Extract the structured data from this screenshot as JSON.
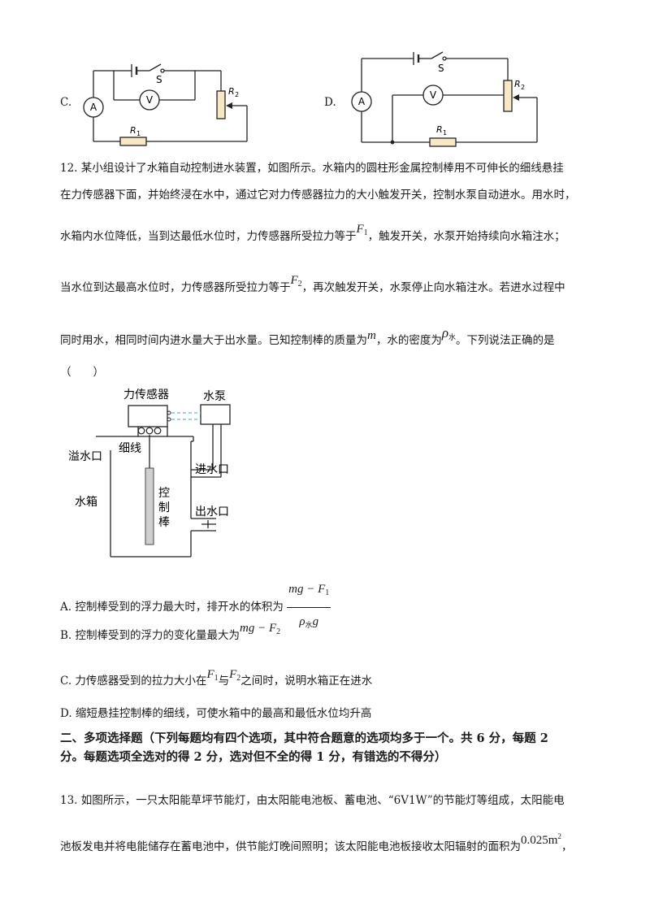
{
  "circuitC": {
    "option": "C.",
    "switch_label": "S",
    "voltmeter": "V",
    "ammeter": "A",
    "r1": "R",
    "r1_sub": "1",
    "r2": "R",
    "r2_sub": "2"
  },
  "circuitD": {
    "option": "D.",
    "switch_label": "S",
    "voltmeter": "V",
    "ammeter": "A",
    "r1": "R",
    "r1_sub": "1",
    "r2": "R",
    "r2_sub": "2"
  },
  "q12": {
    "line1": "12. 某小组设计了水箱自动控制进水装置，如图所示。水箱内的圆柱形金属控制棒用不可伸长的细线悬挂",
    "line2": "在力传感器下面，并始终浸在水中，通过它对力传感器拉力的大小触发开关，控制水泵自动进水。用水时，",
    "line3a": "水箱内水位降低，当到达最低水位时，力传感器所受拉力等于",
    "line3b": "，触发开关，水泵开始持续向水箱注水；",
    "line4a": "当水位到达最高水位时，力传感器所受拉力等于",
    "line4b": "，再次触发开关，水泵停止向水箱注水。若进水过程中",
    "line5a": "同时用水，相同时间内进水量大于出水量。已知控制棒的质量为",
    "line5b": "，水的密度为",
    "line5c": "。下列说法正确的是",
    "bracket": "（　　）",
    "F": "F",
    "sub1": "1",
    "sub2": "2",
    "m": "m",
    "rho": "ρ",
    "water": "水"
  },
  "diagram": {
    "sensor": "力传感器",
    "pump": "水泵",
    "overflow": "溢水口",
    "thread": "细线",
    "inlet": "进水口",
    "tank": "水箱",
    "rod_1": "控",
    "rod_2": "制",
    "rod_3": "棒",
    "outlet": "出水口"
  },
  "options": {
    "a_text": "A. 控制棒受到的浮力最大时，排开水的体积为",
    "a_num": "mg − F",
    "a_den": "ρ",
    "a_den_g": "g",
    "b_text": "B. 控制棒受到的浮力的变化量最大为",
    "b_expr": "mg − F",
    "c_text1": "C. 力传感器受到的拉力大小在",
    "c_text2": "与",
    "c_text3": "之间时，说明水箱正在进水",
    "d_text": "D. 缩短悬挂控制棒的细线，可使水箱中的最高和最低水位均升高"
  },
  "section2": {
    "line1": "二、多项选择题（下列每题均有四个选项，其中符合题意的选项均多于一个。共 6 分，每题 2",
    "line2": "分。每题选项全选对的得 2 分，选对但不全的得 1 分，有错选的不得分）"
  },
  "q13": {
    "line1": "13. 如图所示，一只太阳能草坪节能灯，由太阳能电池板、蓄电池、“6V1W”的节能灯等组成，太阳能电",
    "line2": "池板发电并将电能储存在蓄电池中，供节能灯晚间照明；该太阳能电池板接收太阳辐射的面积为",
    "area": "0.025m",
    "area_exp": "2",
    "tail": "，"
  }
}
